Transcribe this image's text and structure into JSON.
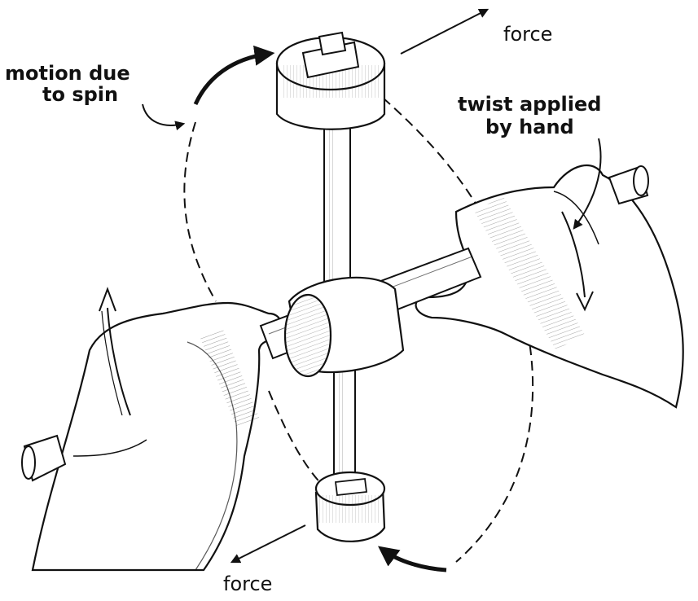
{
  "labels": {
    "force_top": "force",
    "force_bottom": "force",
    "motion_line1": "motion due",
    "motion_line2": "to spin",
    "twist_line1": "twist applied",
    "twist_line2": "by hand"
  },
  "colors": {
    "ink": "#111111",
    "background": "#ffffff"
  }
}
